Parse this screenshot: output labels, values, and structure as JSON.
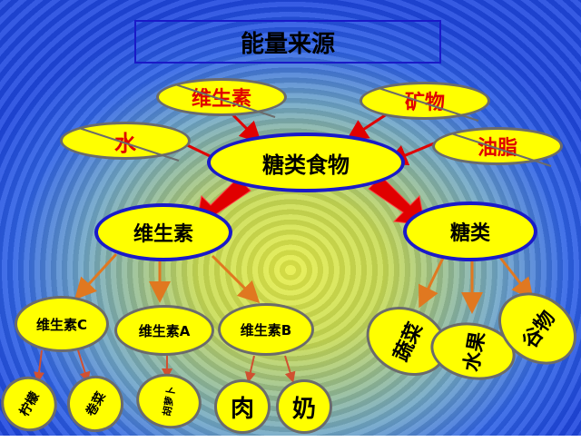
{
  "title": "能量来源",
  "center": "糖类食物",
  "excluded": {
    "top_left": "维生素",
    "top_right": "矿物",
    "left": "水",
    "right": "油脂"
  },
  "branches": {
    "left": "维生素",
    "right": "糖类"
  },
  "vitamins": [
    {
      "label": "维生素C",
      "foods": [
        "柠檬",
        "卷菜"
      ]
    },
    {
      "label": "维生素A",
      "foods": [
        "胡萝卜"
      ]
    },
    {
      "label": "维生素B",
      "foods": [
        "肉",
        "奶"
      ]
    }
  ],
  "sugar_foods": [
    "蔬菜",
    "水果",
    "谷物"
  ],
  "colors": {
    "ellipse_fill": "#ffff00",
    "ellipse_border": "#1a1ac8",
    "crossed_text": "#e00000",
    "red_arrow": "#e00000",
    "orange_arrow": "#e07820"
  }
}
